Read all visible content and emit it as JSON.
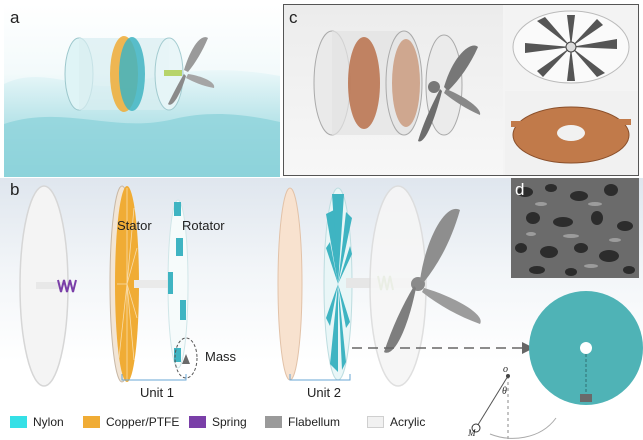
{
  "panels": {
    "a": "a",
    "b": "b",
    "c": "c",
    "d": "d"
  },
  "labels": {
    "stator": "Stator",
    "rotator": "Rotator",
    "mass": "Mass",
    "unit1": "Unit 1",
    "unit2": "Unit 2",
    "pend_o": "o",
    "pend_theta": "θ",
    "pend_m": "M"
  },
  "legend": [
    {
      "label": "Nylon",
      "color": "#35e0e6"
    },
    {
      "label": "Copper/PTFE",
      "color": "#f0ac35"
    },
    {
      "label": "Spring",
      "color": "#7a3fa8"
    },
    {
      "label": "Flabellum",
      "color": "#9a9a9a"
    },
    {
      "label": "Acrylic",
      "color": "#f1f1f1"
    }
  ],
  "colors": {
    "water": "#bfe6ea",
    "nylon": "#3fb4c2",
    "copper": "#f0ac35",
    "spring": "#7a3fa8",
    "flabellum": "#9a9a9a",
    "acrylic": "#eeeeee",
    "disk": "#4fb3b6"
  }
}
